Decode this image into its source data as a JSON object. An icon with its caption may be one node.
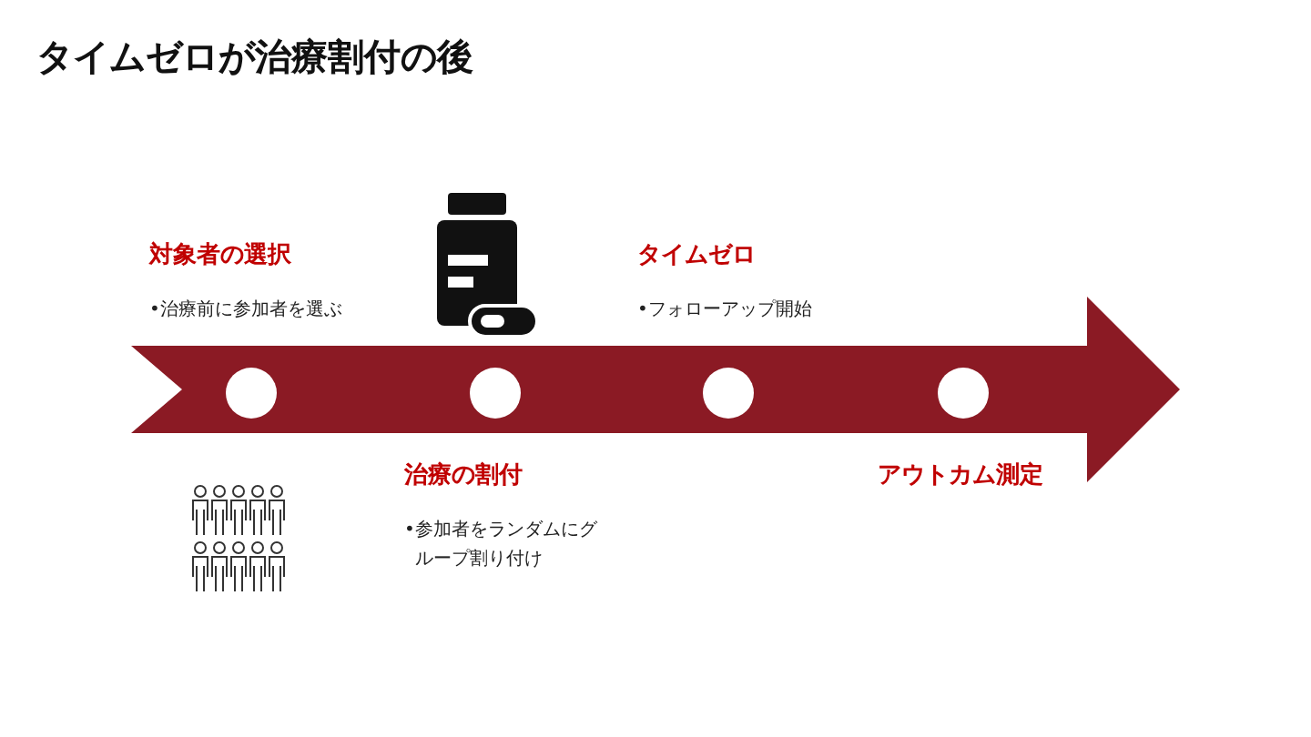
{
  "diagram": {
    "title": "タイムゼロが治療割付の後",
    "nodes": [
      {
        "text": [],
        "shape": "circle",
        "beside": [
          "対象者の選択",
          "•治療前に参加者を選ぶ"
        ]
      },
      {
        "text": [],
        "shape": "circle",
        "beside": [
          "治療の割付",
          "•参加者をランダムにグループ割り付け"
        ]
      },
      {
        "text": [],
        "shape": "circle",
        "beside": [
          "タイムゼロ",
          "•フォローアップ開始"
        ]
      },
      {
        "text": [],
        "shape": "circle",
        "beside": [
          "アウトカム測定"
        ]
      }
    ]
  }
}
